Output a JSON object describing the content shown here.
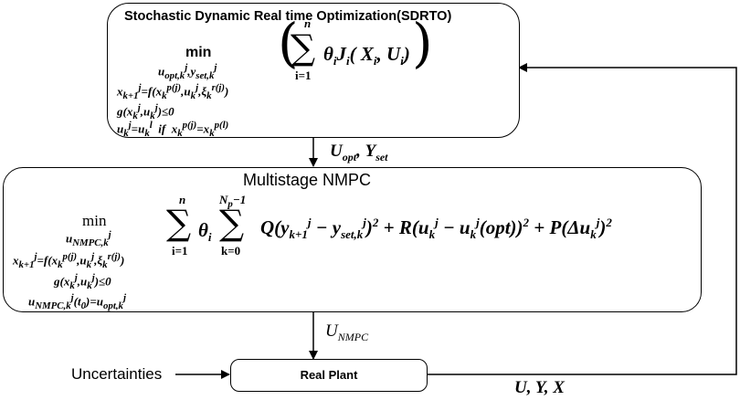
{
  "sdrto": {
    "title": "Stochastic Dynamic  Real time Optimization(SDRTO)",
    "min_word": "min",
    "min_sub": "u_opt,k^j, y_set,k^j",
    "sum_upper": "n",
    "sum_lower": "i=1",
    "objective": "( Σ θ_i J_i( X_i, U_i ) )",
    "constraint_1": "x_{k+1}^j = f( x_k^{p(j)}, u_k^j, ξ_k^{r(j)} )",
    "constraint_2": "g( x_k^j, u_k^j ) ≤ 0",
    "constraint_3": "u_k^j = u_k^l  if  x_k^{p(j)} = x_k^{p(l)}"
  },
  "link_sdrto_nmpc": {
    "label": "U_opt, Y_set"
  },
  "nmpc": {
    "title": "Multistage NMPC",
    "min_word": "min",
    "min_sub": "u_NMPC,k^j",
    "sum1_upper": "n",
    "sum1_lower": "i=1",
    "sum2_upper": "N_p−1",
    "sum2_lower": "k=0",
    "objective": "θ_i Q( y_{k+1}^j − y_set,k^j )^2 + R( u_k^j − u_k^j(opt) )^2 + P( Δu_k^j )^2",
    "constraint_1": "x_{k+1}^j = f( x_k^{p(j)}, u_k^j, ξ_k^{r(j)} )",
    "constraint_2": "g( x_k^j, u_k^j ) ≤ 0",
    "constraint_3": "u_NMPC,k^j(t_0) = u_opt,k^j"
  },
  "link_nmpc_plant": {
    "label": "U_NMPC"
  },
  "plant": {
    "label": "Real Plant"
  },
  "uncertainties": {
    "label": "Uncertainties"
  },
  "feedback": {
    "label": "U, Y, X"
  }
}
